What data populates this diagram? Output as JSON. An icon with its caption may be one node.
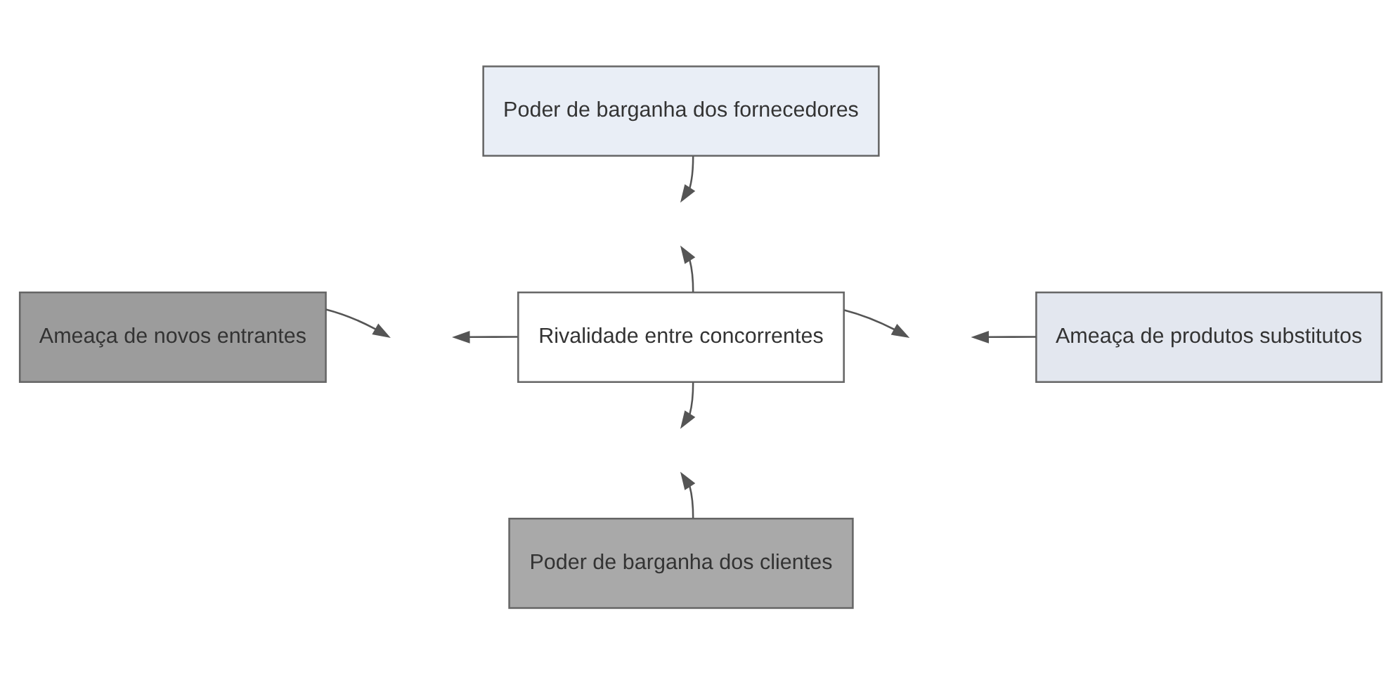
{
  "diagram": {
    "nodes": [
      {
        "text": [
          "Poder de barganha dos fornecedores"
        ]
      },
      {
        "text": [
          "Ameaça de novos entrantes"
        ]
      },
      {
        "text": [
          "Rivalidade entre concorrentes"
        ]
      },
      {
        "text": [
          "Ameaça de produtos substitutos"
        ]
      },
      {
        "text": [
          "Poder de barganha dos clientes"
        ]
      }
    ],
    "edges": [
      {
        "from": 0,
        "to": null,
        "arrow": "to"
      },
      {
        "from": 2,
        "to": null,
        "arrow": "to"
      },
      {
        "from": 1,
        "to": null,
        "arrow": "to"
      },
      {
        "from": 2,
        "to": null,
        "arrow": "to"
      },
      {
        "from": 2,
        "to": null,
        "arrow": "to"
      },
      {
        "from": 3,
        "to": null,
        "arrow": "to"
      },
      {
        "from": 2,
        "to": null,
        "arrow": "to"
      },
      {
        "from": 4,
        "to": null,
        "arrow": "to"
      }
    ]
  }
}
